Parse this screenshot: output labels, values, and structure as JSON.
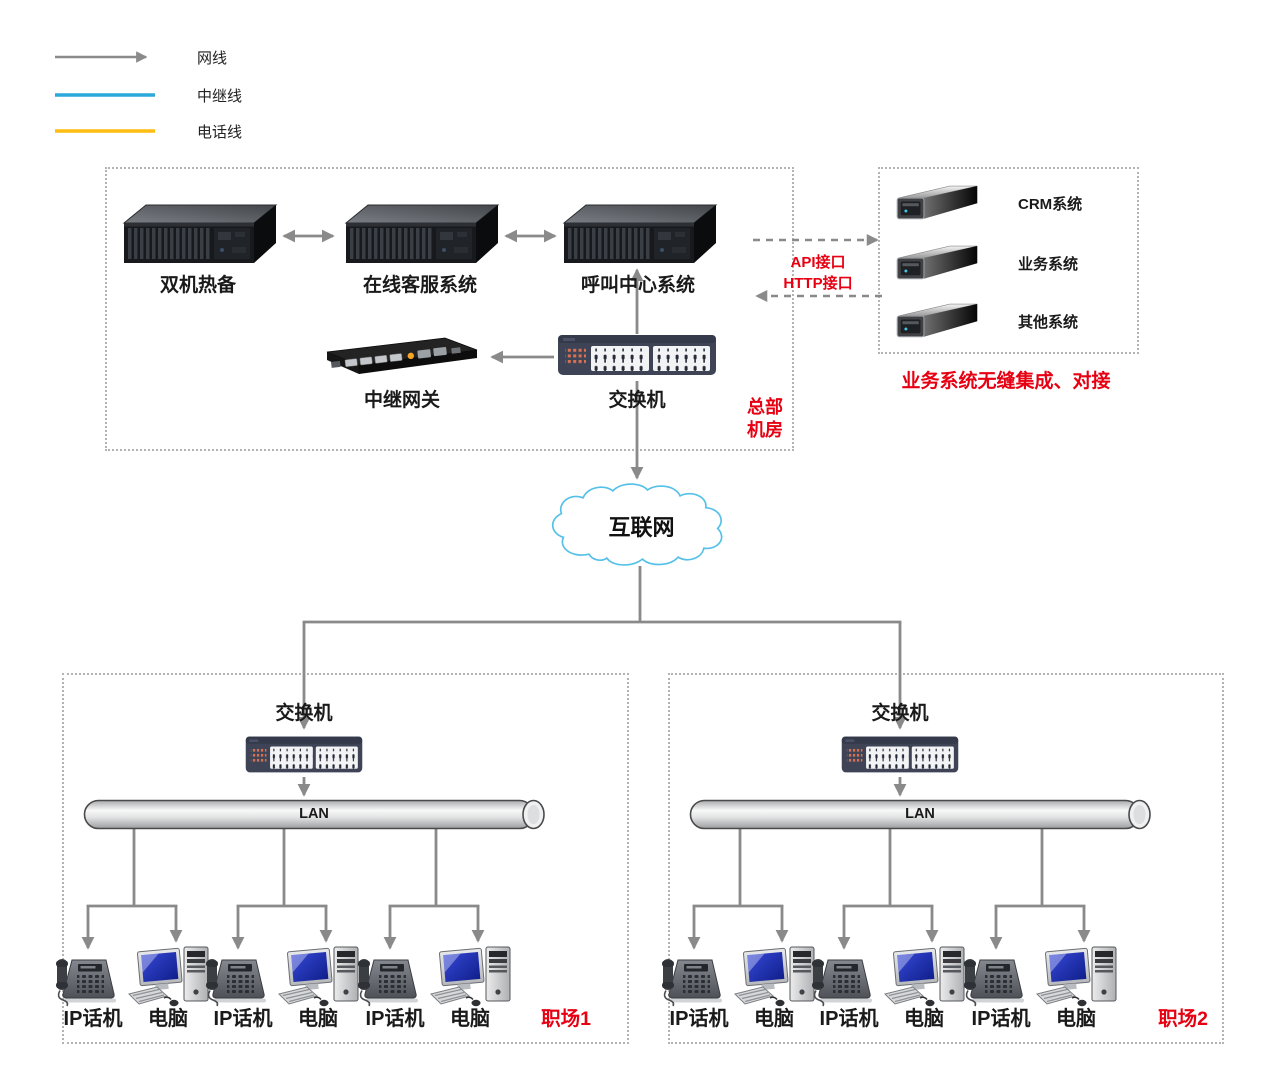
{
  "legend": {
    "items": [
      {
        "name": "network-cable",
        "label": "网线"
      },
      {
        "name": "trunk-line",
        "label": "中继线"
      },
      {
        "name": "phone-line",
        "label": "电话线"
      }
    ]
  },
  "hq": {
    "servers": [
      "双机热备",
      "在线客服系统",
      "呼叫中心系统"
    ],
    "gateway": "中继网关",
    "switch": "交换机",
    "room": [
      "总部",
      "机房"
    ]
  },
  "integration": {
    "systems": [
      "CRM系统",
      "业务系统",
      "其他系统"
    ],
    "api": "API接口",
    "http": "HTTP接口",
    "caption": "业务系统无缝集成、对接"
  },
  "internet": "互联网",
  "workplaces": [
    {
      "switch": "交换机",
      "lan": "LAN",
      "tag": "职场1",
      "phone": "IP话机",
      "pc": "电脑"
    },
    {
      "switch": "交换机",
      "lan": "LAN",
      "tag": "职场2",
      "phone": "IP话机",
      "pc": "电脑"
    }
  ],
  "colors": {
    "accent_red": "#e60012",
    "line_gray": "#8a8a8a",
    "trunk_blue": "#2BA9DB",
    "phone_yellow": "#FFBC11",
    "cloud_stroke": "#55C0E8",
    "switch_body": "#3E4456"
  }
}
